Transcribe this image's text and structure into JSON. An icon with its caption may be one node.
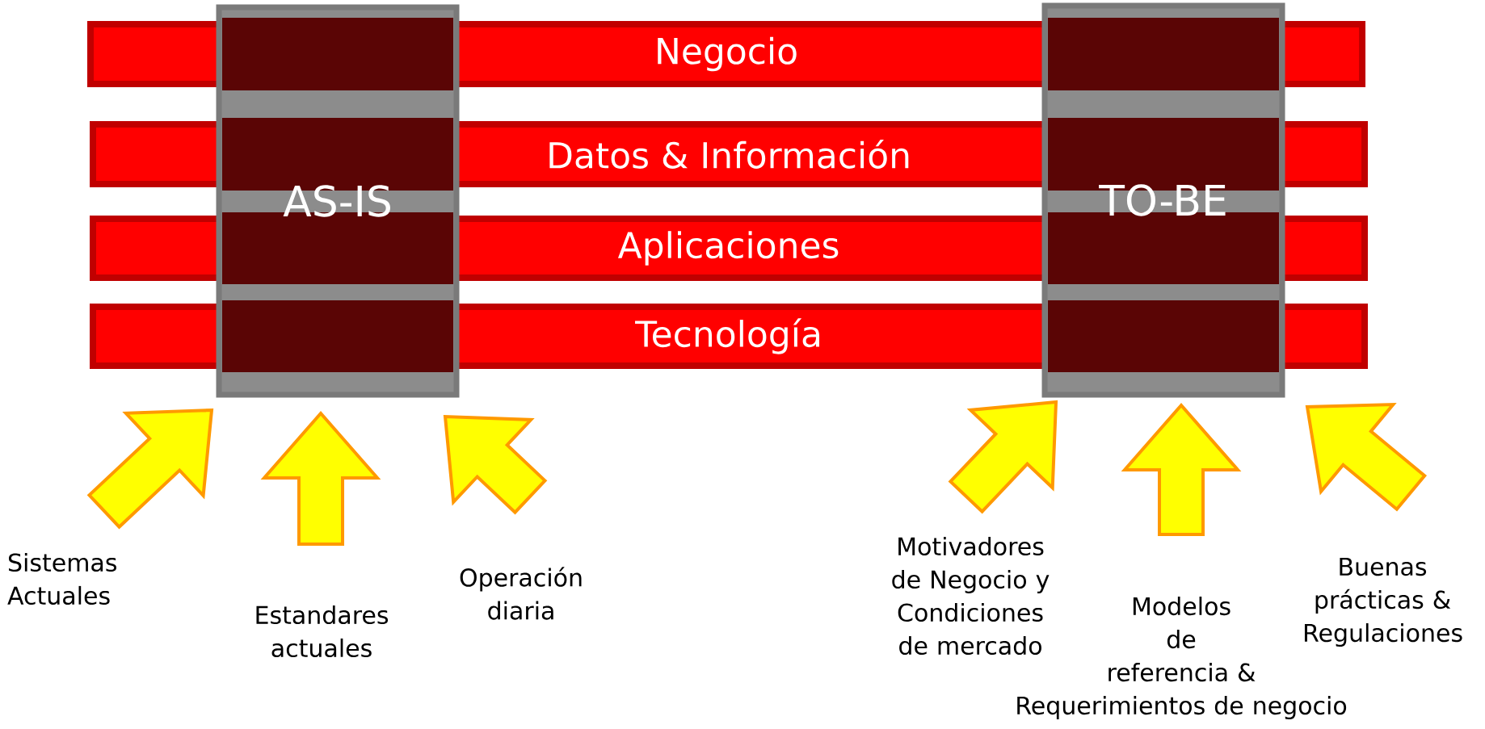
{
  "diagram": {
    "nodes": [
      {
        "text": [
          "Negocio"
        ]
      },
      {
        "text": [
          "Datos & Información"
        ]
      },
      {
        "text": [
          "Aplicaciones"
        ]
      },
      {
        "text": [
          "Tecnología"
        ]
      },
      {
        "text": [
          "AS-IS"
        ]
      },
      {
        "text": [
          "TO-BE"
        ]
      },
      {
        "text": [
          "Sistemas Actuales"
        ]
      },
      {
        "text": [
          "Estandares actuales"
        ]
      },
      {
        "text": [
          "Operación diaria"
        ]
      },
      {
        "text": [
          "Motivadores de Negocio y Condiciones de mercado"
        ]
      },
      {
        "text": [
          "Modelos de referencia & Requerimientos de negocio"
        ]
      },
      {
        "text": [
          "Buenas prácticas & Regulaciones"
        ]
      }
    ],
    "edges": [
      {
        "from": 6,
        "to": 4,
        "arrow": "to"
      },
      {
        "from": 7,
        "to": 4,
        "arrow": "to"
      },
      {
        "from": 8,
        "to": 4,
        "arrow": "to"
      },
      {
        "from": 9,
        "to": 5,
        "arrow": "to"
      },
      {
        "from": 10,
        "to": 5,
        "arrow": "to"
      },
      {
        "from": 11,
        "to": 5,
        "arrow": "to"
      }
    ]
  }
}
